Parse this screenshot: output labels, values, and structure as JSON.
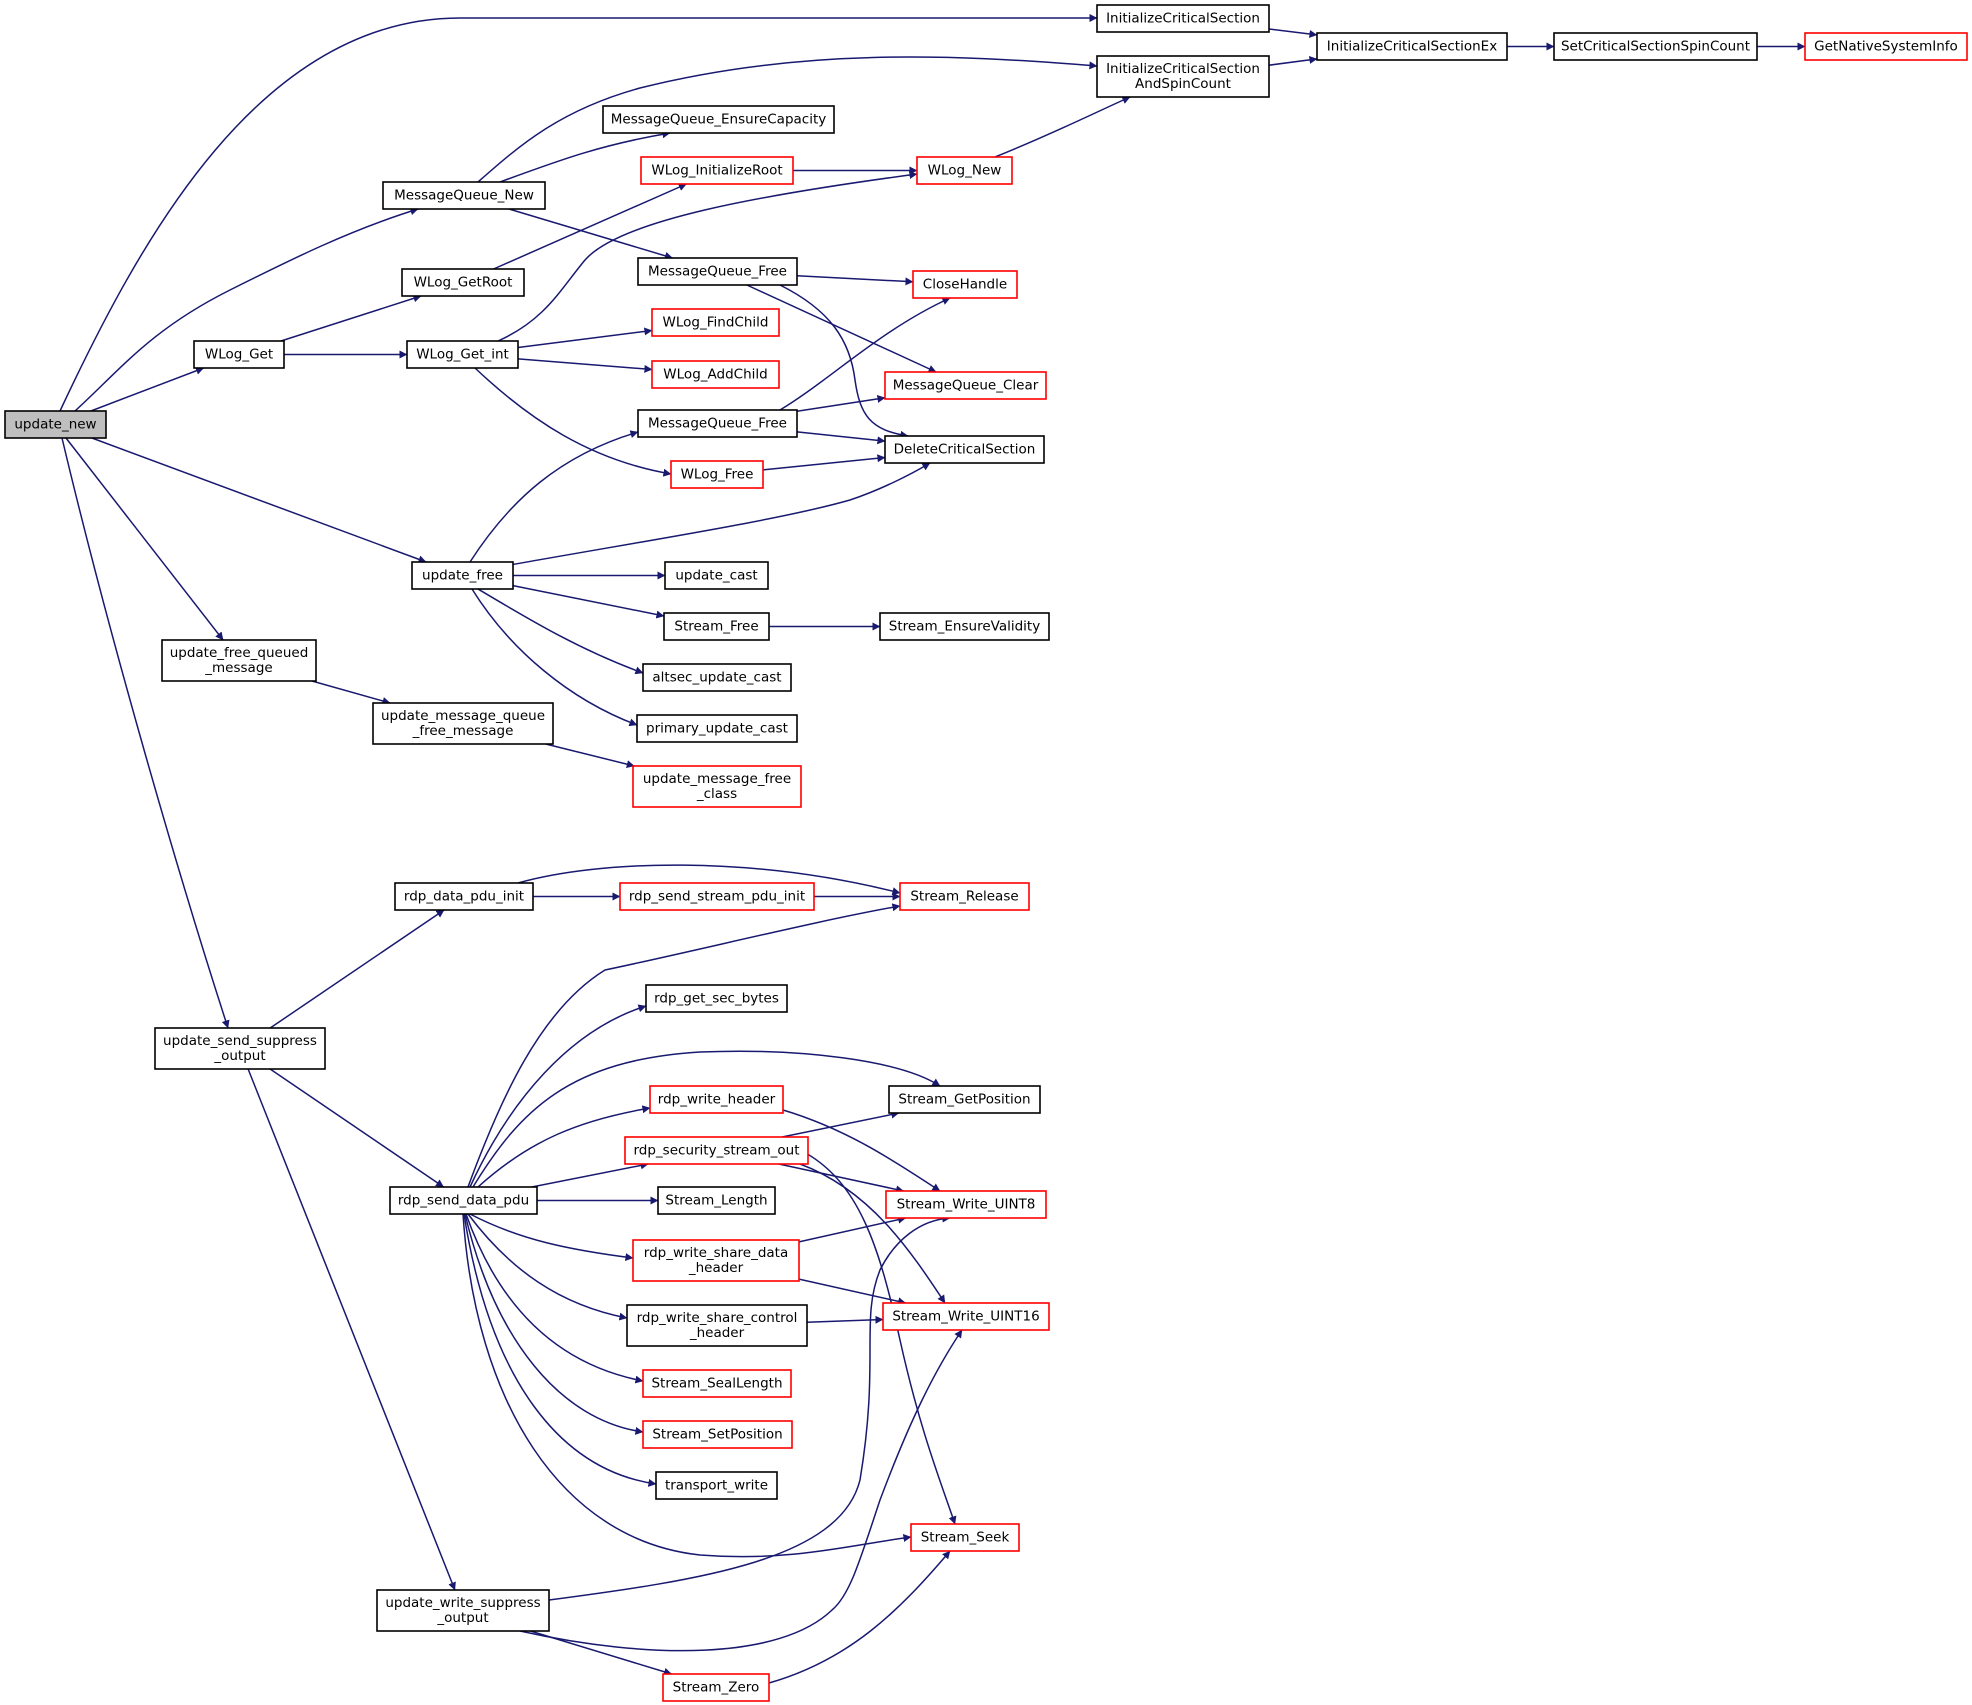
{
  "colors": {
    "edge": "#191970",
    "arrow": "#191970",
    "node_border_normal": "#000000",
    "node_border_external": "#ff0000",
    "node_fill": "#ffffff",
    "node_fill_selected": "#bfbfbf",
    "text": "#000000"
  },
  "nodes": [
    {
      "id": "update_new",
      "lines": [
        "update_new"
      ],
      "style": "selected"
    },
    {
      "id": "InitializeCriticalSection",
      "lines": [
        "InitializeCriticalSection"
      ],
      "style": "normal"
    },
    {
      "id": "InitializeCriticalSectionAndSpinCount",
      "lines": [
        "InitializeCriticalSection",
        "AndSpinCount"
      ],
      "style": "normal"
    },
    {
      "id": "InitializeCriticalSectionEx",
      "lines": [
        "InitializeCriticalSectionEx"
      ],
      "style": "normal"
    },
    {
      "id": "SetCriticalSectionSpinCount",
      "lines": [
        "SetCriticalSectionSpinCount"
      ],
      "style": "normal"
    },
    {
      "id": "GetNativeSystemInfo",
      "lines": [
        "GetNativeSystemInfo"
      ],
      "style": "external"
    },
    {
      "id": "MessageQueue_EnsureCapacity",
      "lines": [
        "MessageQueue_EnsureCapacity"
      ],
      "style": "normal"
    },
    {
      "id": "WLog_InitializeRoot",
      "lines": [
        "WLog_InitializeRoot"
      ],
      "style": "external"
    },
    {
      "id": "WLog_New",
      "lines": [
        "WLog_New"
      ],
      "style": "external"
    },
    {
      "id": "MessageQueue_New",
      "lines": [
        "MessageQueue_New"
      ],
      "style": "normal"
    },
    {
      "id": "MessageQueue_Free_a",
      "lines": [
        "MessageQueue_Free"
      ],
      "style": "normal"
    },
    {
      "id": "CloseHandle",
      "lines": [
        "CloseHandle"
      ],
      "style": "external"
    },
    {
      "id": "WLog_GetRoot",
      "lines": [
        "WLog_GetRoot"
      ],
      "style": "normal"
    },
    {
      "id": "WLog_FindChild",
      "lines": [
        "WLog_FindChild"
      ],
      "style": "external"
    },
    {
      "id": "WLog_Get",
      "lines": [
        "WLog_Get"
      ],
      "style": "normal"
    },
    {
      "id": "WLog_Get_int",
      "lines": [
        "WLog_Get_int"
      ],
      "style": "normal"
    },
    {
      "id": "WLog_AddChild",
      "lines": [
        "WLog_AddChild"
      ],
      "style": "external"
    },
    {
      "id": "MessageQueue_Clear",
      "lines": [
        "MessageQueue_Clear"
      ],
      "style": "external"
    },
    {
      "id": "MessageQueue_Free_b",
      "lines": [
        "MessageQueue_Free"
      ],
      "style": "normal"
    },
    {
      "id": "DeleteCriticalSection",
      "lines": [
        "DeleteCriticalSection"
      ],
      "style": "normal"
    },
    {
      "id": "WLog_Free",
      "lines": [
        "WLog_Free"
      ],
      "style": "external"
    },
    {
      "id": "update_free",
      "lines": [
        "update_free"
      ],
      "style": "normal"
    },
    {
      "id": "update_cast",
      "lines": [
        "update_cast"
      ],
      "style": "normal"
    },
    {
      "id": "Stream_Free",
      "lines": [
        "Stream_Free"
      ],
      "style": "normal"
    },
    {
      "id": "Stream_EnsureValidity",
      "lines": [
        "Stream_EnsureValidity"
      ],
      "style": "normal"
    },
    {
      "id": "altsec_update_cast",
      "lines": [
        "altsec_update_cast"
      ],
      "style": "normal"
    },
    {
      "id": "update_free_queued_message",
      "lines": [
        "update_free_queued",
        "_message"
      ],
      "style": "normal"
    },
    {
      "id": "update_message_queue_free_message",
      "lines": [
        "update_message_queue",
        "_free_message"
      ],
      "style": "normal"
    },
    {
      "id": "primary_update_cast",
      "lines": [
        "primary_update_cast"
      ],
      "style": "normal"
    },
    {
      "id": "update_message_free_class",
      "lines": [
        "update_message_free",
        "_class"
      ],
      "style": "external"
    },
    {
      "id": "rdp_data_pdu_init",
      "lines": [
        "rdp_data_pdu_init"
      ],
      "style": "normal"
    },
    {
      "id": "rdp_send_stream_pdu_init",
      "lines": [
        "rdp_send_stream_pdu_init"
      ],
      "style": "external"
    },
    {
      "id": "Stream_Release",
      "lines": [
        "Stream_Release"
      ],
      "style": "external"
    },
    {
      "id": "rdp_get_sec_bytes",
      "lines": [
        "rdp_get_sec_bytes"
      ],
      "style": "normal"
    },
    {
      "id": "update_send_suppress_output",
      "lines": [
        "update_send_suppress",
        "_output"
      ],
      "style": "normal"
    },
    {
      "id": "rdp_write_header",
      "lines": [
        "rdp_write_header"
      ],
      "style": "external"
    },
    {
      "id": "Stream_GetPosition",
      "lines": [
        "Stream_GetPosition"
      ],
      "style": "normal"
    },
    {
      "id": "rdp_security_stream_out",
      "lines": [
        "rdp_security_stream_out"
      ],
      "style": "external"
    },
    {
      "id": "rdp_send_data_pdu",
      "lines": [
        "rdp_send_data_pdu"
      ],
      "style": "normal"
    },
    {
      "id": "Stream_Length",
      "lines": [
        "Stream_Length"
      ],
      "style": "normal"
    },
    {
      "id": "Stream_Write_UINT8",
      "lines": [
        "Stream_Write_UINT8"
      ],
      "style": "external"
    },
    {
      "id": "rdp_write_share_data_header",
      "lines": [
        "rdp_write_share_data",
        "_header"
      ],
      "style": "external"
    },
    {
      "id": "rdp_write_share_control_header",
      "lines": [
        "rdp_write_share_control",
        "_header"
      ],
      "style": "normal"
    },
    {
      "id": "Stream_Write_UINT16",
      "lines": [
        "Stream_Write_UINT16"
      ],
      "style": "external"
    },
    {
      "id": "Stream_SealLength",
      "lines": [
        "Stream_SealLength"
      ],
      "style": "external"
    },
    {
      "id": "Stream_SetPosition",
      "lines": [
        "Stream_SetPosition"
      ],
      "style": "external"
    },
    {
      "id": "transport_write",
      "lines": [
        "transport_write"
      ],
      "style": "normal"
    },
    {
      "id": "Stream_Seek",
      "lines": [
        "Stream_Seek"
      ],
      "style": "external"
    },
    {
      "id": "update_write_suppress_output",
      "lines": [
        "update_write_suppress",
        "_output"
      ],
      "style": "normal"
    },
    {
      "id": "Stream_Zero",
      "lines": [
        "Stream_Zero"
      ],
      "style": "external"
    }
  ],
  "edges": [
    {
      "from": "update_new",
      "to": "InitializeCriticalSection"
    },
    {
      "from": "update_new",
      "to": "MessageQueue_New"
    },
    {
      "from": "update_new",
      "to": "WLog_Get"
    },
    {
      "from": "update_new",
      "to": "update_free"
    },
    {
      "from": "update_new",
      "to": "update_free_queued_message"
    },
    {
      "from": "update_new",
      "to": "update_send_suppress_output"
    },
    {
      "from": "InitializeCriticalSection",
      "to": "InitializeCriticalSectionEx"
    },
    {
      "from": "InitializeCriticalSectionAndSpinCount",
      "to": "InitializeCriticalSectionEx"
    },
    {
      "from": "InitializeCriticalSectionEx",
      "to": "SetCriticalSectionSpinCount"
    },
    {
      "from": "SetCriticalSectionSpinCount",
      "to": "GetNativeSystemInfo"
    },
    {
      "from": "MessageQueue_New",
      "to": "InitializeCriticalSectionAndSpinCount"
    },
    {
      "from": "MessageQueue_New",
      "to": "MessageQueue_EnsureCapacity"
    },
    {
      "from": "MessageQueue_New",
      "to": "MessageQueue_Free_a"
    },
    {
      "from": "WLog_InitializeRoot",
      "to": "WLog_New"
    },
    {
      "from": "WLog_New",
      "to": "InitializeCriticalSectionAndSpinCount"
    },
    {
      "from": "MessageQueue_Free_a",
      "to": "CloseHandle"
    },
    {
      "from": "MessageQueue_Free_a",
      "to": "MessageQueue_Clear"
    },
    {
      "from": "MessageQueue_Free_a",
      "to": "DeleteCriticalSection"
    },
    {
      "from": "WLog_GetRoot",
      "to": "WLog_InitializeRoot"
    },
    {
      "from": "WLog_Get",
      "to": "WLog_GetRoot"
    },
    {
      "from": "WLog_Get",
      "to": "WLog_Get_int"
    },
    {
      "from": "WLog_Get_int",
      "to": "WLog_New"
    },
    {
      "from": "WLog_Get_int",
      "to": "WLog_FindChild"
    },
    {
      "from": "WLog_Get_int",
      "to": "WLog_AddChild"
    },
    {
      "from": "WLog_Get_int",
      "to": "WLog_Free"
    },
    {
      "from": "MessageQueue_Free_b",
      "to": "CloseHandle"
    },
    {
      "from": "MessageQueue_Free_b",
      "to": "MessageQueue_Clear"
    },
    {
      "from": "MessageQueue_Free_b",
      "to": "DeleteCriticalSection"
    },
    {
      "from": "WLog_Free",
      "to": "DeleteCriticalSection"
    },
    {
      "from": "update_free",
      "to": "MessageQueue_Free_b"
    },
    {
      "from": "update_free",
      "to": "DeleteCriticalSection"
    },
    {
      "from": "update_free",
      "to": "update_cast"
    },
    {
      "from": "update_free",
      "to": "Stream_Free"
    },
    {
      "from": "update_free",
      "to": "altsec_update_cast"
    },
    {
      "from": "update_free",
      "to": "primary_update_cast"
    },
    {
      "from": "Stream_Free",
      "to": "Stream_EnsureValidity"
    },
    {
      "from": "update_free_queued_message",
      "to": "update_message_queue_free_message"
    },
    {
      "from": "update_message_queue_free_message",
      "to": "update_message_free_class"
    },
    {
      "from": "rdp_data_pdu_init",
      "to": "rdp_send_stream_pdu_init"
    },
    {
      "from": "rdp_data_pdu_init",
      "to": "Stream_Release"
    },
    {
      "from": "rdp_send_stream_pdu_init",
      "to": "Stream_Release"
    },
    {
      "from": "update_send_suppress_output",
      "to": "rdp_data_pdu_init"
    },
    {
      "from": "update_send_suppress_output",
      "to": "rdp_send_data_pdu"
    },
    {
      "from": "update_send_suppress_output",
      "to": "update_write_suppress_output"
    },
    {
      "from": "rdp_send_data_pdu",
      "to": "Stream_Release"
    },
    {
      "from": "rdp_send_data_pdu",
      "to": "rdp_get_sec_bytes"
    },
    {
      "from": "rdp_send_data_pdu",
      "to": "Stream_GetPosition"
    },
    {
      "from": "rdp_send_data_pdu",
      "to": "rdp_write_header"
    },
    {
      "from": "rdp_send_data_pdu",
      "to": "rdp_security_stream_out"
    },
    {
      "from": "rdp_send_data_pdu",
      "to": "Stream_Length"
    },
    {
      "from": "rdp_send_data_pdu",
      "to": "rdp_write_share_data_header"
    },
    {
      "from": "rdp_send_data_pdu",
      "to": "rdp_write_share_control_header"
    },
    {
      "from": "rdp_send_data_pdu",
      "to": "Stream_SealLength"
    },
    {
      "from": "rdp_send_data_pdu",
      "to": "Stream_SetPosition"
    },
    {
      "from": "rdp_send_data_pdu",
      "to": "transport_write"
    },
    {
      "from": "rdp_send_data_pdu",
      "to": "Stream_Seek"
    },
    {
      "from": "rdp_write_header",
      "to": "Stream_Write_UINT8"
    },
    {
      "from": "rdp_security_stream_out",
      "to": "Stream_GetPosition"
    },
    {
      "from": "rdp_security_stream_out",
      "to": "Stream_Write_UINT8"
    },
    {
      "from": "rdp_security_stream_out",
      "to": "Stream_Write_UINT16"
    },
    {
      "from": "rdp_security_stream_out",
      "to": "Stream_Seek"
    },
    {
      "from": "rdp_write_share_data_header",
      "to": "Stream_Write_UINT8"
    },
    {
      "from": "rdp_write_share_data_header",
      "to": "Stream_Write_UINT16"
    },
    {
      "from": "rdp_write_share_control_header",
      "to": "Stream_Write_UINT16"
    },
    {
      "from": "update_write_suppress_output",
      "to": "Stream_Write_UINT8"
    },
    {
      "from": "update_write_suppress_output",
      "to": "Stream_Write_UINT16"
    },
    {
      "from": "update_write_suppress_output",
      "to": "Stream_Zero"
    },
    {
      "from": "Stream_Zero",
      "to": "Stream_Seek"
    }
  ]
}
